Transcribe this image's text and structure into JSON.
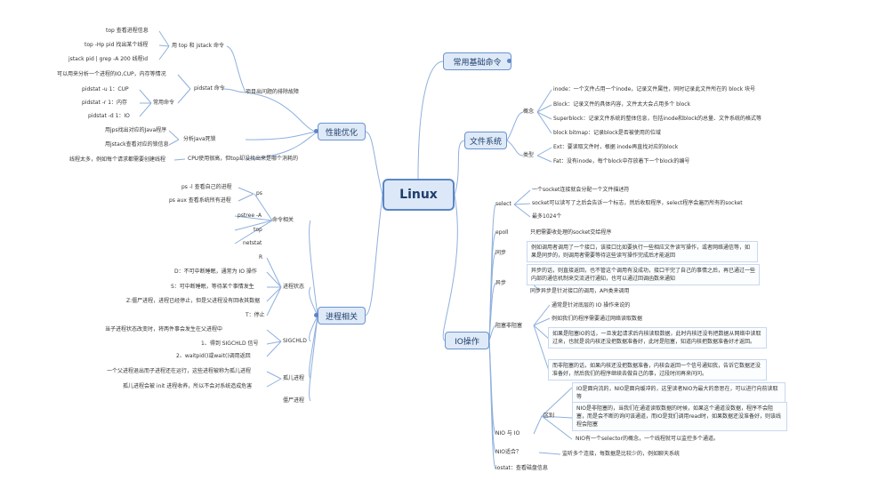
{
  "root": "Linux",
  "right": {
    "cmd": {
      "title": "常用基础命令"
    },
    "fs": {
      "title": "文件系统",
      "concept_label": "概念",
      "concepts": [
        "inode：一个文件占用一个inode，记录文件属性，同时记录此文件所在的 block 块号",
        "Block：记录文件的具体内容，文件太大会占用多个 block",
        "Superblock：记录文件系统的整体信息，包括inode和block的总量、文件系统的格式等",
        "block bitmap：记录block是否被使用的位域"
      ],
      "type_label": "类型",
      "types": [
        "Ext：要读取文件时，根据 inode再直找对应的block",
        "Fat：没有inode，每个block中存放着下一个block的编号"
      ]
    },
    "io": {
      "title": "IO操作",
      "select_label": "select",
      "select_items": [
        "一个socket连接就会分配一个文件描述符",
        "socket可以读写了之后会告诉一个标志，然后收取程序，select程序会遍历所有的socket",
        "最多1024个"
      ],
      "epoll_label": "epoll",
      "epoll_item": "只把需要收处理的socket交给程序",
      "sync_label": "同步",
      "sync_item": "例如调用者调用了一个接口，该接口比如要执行一些相应文件读写操作，或者网络通信等，如果是同步的，则调用者需要等待这些读写操作完成后才能返回",
      "async_label": "异步",
      "async_items": [
        "异步的话，则直接返回，也不管这个调用有没成功，接口干完了自己的事情之后，再已通过一些内部的通信机制来交流进行通知，也可以通过回调函数来通知",
        "同步异步是针对接口的调用，API类来调用"
      ],
      "block_label": "阻塞非阻塞",
      "block_items": [
        "通常是针对底层的 IO 操作来说的",
        "例如我们的程序需要通过网络读取数据",
        "如果是阻塞IO的话，一旦发起请求后内核读取数据，此时内核还没有把数据从网络中读取过来，也就是说内核还没把数据准备好，此时是阻塞，知道内核把数据准备好才返回。",
        "而非阻塞的话，如果内核还没把数据准备，内核会返回一个信号通知我，告诉它数据还没准备好，然后我们的程序继续去做自己的事，过段时间再来问问。"
      ],
      "nio_label": "NIO 与 IO",
      "diff_label": "区别",
      "diff_items": [
        "IO是面向流的，NIO是面向缓冲的，这里读者NIO为最大的意思在，可以进行向前读取等",
        "NIO是非阻塞的，当我们在通道读取数据的时候，如果这个通道没数据，程序不会阻塞，而是会不断的询问该通道，而IO是我们调用read时，如果数据还没准备好，则该线程会阻塞",
        "NIO有一个selector的概念，一个线程就可以监控多个通道。"
      ],
      "mux_label": "NIO适合？",
      "mux_item": "监听多个连接，每数据是比较少的，例如聊天系统",
      "iostat": "iostat：查看磁盘信息"
    }
  },
  "left": {
    "perf": {
      "title": "性能优化",
      "troubleshoot": "项目出问题的排除故障",
      "top_jstack": "用 top 和 jstack 命令",
      "top_items": [
        "top 查看进程信息",
        "top -Hp pid 找出某个线程",
        "jstack pid | grep -A 200 线程id"
      ],
      "pidstat": "pidstat 命令",
      "pidstat_desc": "可以用来分析一个进程的IO,CUP，内存等情况",
      "common_cmds": "常用命令",
      "pidstat_items": [
        "pidstat -u 1：CUP",
        "pidstat -r 1：内存",
        "pidstat -d 1：IO"
      ],
      "analyze": "分析Java死锁",
      "analyze_items": [
        "用jps找出对应的Java程序",
        "用jstack查看对应的锁信息"
      ],
      "cpu": "CPU使用很高，但top却没找出来是哪个消耗的",
      "cpu_desc": "线程太多，例如每个请求都需要创建线程"
    },
    "proc": {
      "title": "进程相关",
      "cmds": "命令相关",
      "ps": "ps",
      "ps_items": [
        "ps -l 查看自己的进程",
        "ps aux 查看系统所有进程"
      ],
      "pstree": "pstree -A",
      "top": "top",
      "netstat": "netstat",
      "state": "进程状态",
      "state_items": [
        "R",
        "D：不可中断睡眠，通常为 IO 操作",
        "S：可中断睡眠，等待某个事情发生",
        "Z:僵尸进程，进程已经停止，但是父进程没有回收其数据",
        "T：停止"
      ],
      "sigchld": "SIGCHLD",
      "sigchld_desc": "当子进程状态改变时，将两件事会发生在父进程中",
      "sigchld_items": [
        "1、得到 SIGCHLD 信号",
        "2、waitpid()或wait()调用返回"
      ],
      "orphan": "孤儿进程",
      "orphan_items": [
        "一个父进程退出而子进程还在运行，这些进程被称为孤儿进程",
        "孤儿进程会被 init 进程收养，所以不会对系统造成危害"
      ],
      "zombie": "僵尸进程"
    }
  },
  "colors": {
    "line": "#5b86c5",
    "node_bg": "#dfeaf8"
  }
}
